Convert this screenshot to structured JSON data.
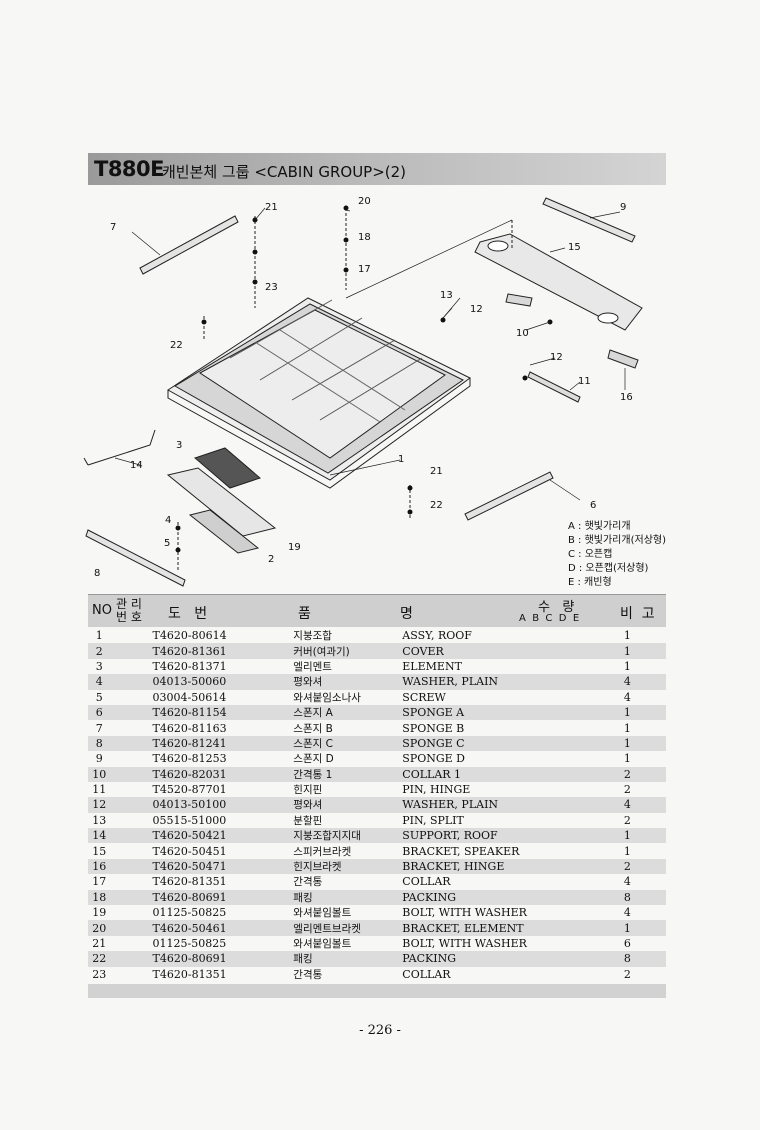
{
  "header": {
    "model": "T880E",
    "title": "캐빈본체 그룹 <CABIN GROUP>(2)"
  },
  "diagram": {
    "callouts": [
      "1",
      "2",
      "3",
      "4",
      "5",
      "6",
      "7",
      "8",
      "9",
      "10",
      "11",
      "12",
      "12",
      "13",
      "14",
      "15",
      "16",
      "17",
      "18",
      "19",
      "20",
      "21",
      "21",
      "22",
      "22",
      "23"
    ]
  },
  "legend": {
    "items": [
      "A : 햇빛가리개",
      "B : 햇빛가리개(저상형)",
      "C : 오픈캡",
      "D : 오픈캡(저상형)",
      "E : 캐빈형"
    ]
  },
  "table": {
    "headers": {
      "no": "NO",
      "mgmt_top": "관 리",
      "mgmt_bottom": "번 호",
      "code": "도   번",
      "name_left": "품",
      "name_right": "명",
      "qty": "수   량",
      "variants": "A  B  C  D  E",
      "remarks": "비  고"
    },
    "rows": [
      {
        "no": "1",
        "code": "T4620-80614",
        "kr": "지붕조합",
        "en": "ASSY, ROOF",
        "qty": "1"
      },
      {
        "no": "2",
        "code": "T4620-81361",
        "kr": "커버(여과기)",
        "en": "COVER",
        "qty": "1"
      },
      {
        "no": "3",
        "code": "T4620-81371",
        "kr": "엘리멘트",
        "en": "ELEMENT",
        "qty": "1"
      },
      {
        "no": "4",
        "code": "04013-50060",
        "kr": "평와셔",
        "en": "WASHER, PLAIN",
        "qty": "4"
      },
      {
        "no": "5",
        "code": "03004-50614",
        "kr": "와셔붙임소나사",
        "en": "SCREW",
        "qty": "4"
      },
      {
        "no": "6",
        "code": "T4620-81154",
        "kr": "스폰지 A",
        "en": "SPONGE A",
        "qty": "1"
      },
      {
        "no": "7",
        "code": "T4620-81163",
        "kr": "스폰지 B",
        "en": "SPONGE B",
        "qty": "1"
      },
      {
        "no": "8",
        "code": "T4620-81241",
        "kr": "스폰지 C",
        "en": "SPONGE C",
        "qty": "1"
      },
      {
        "no": "9",
        "code": "T4620-81253",
        "kr": "스폰지 D",
        "en": "SPONGE D",
        "qty": "1"
      },
      {
        "no": "10",
        "code": "T4620-82031",
        "kr": "간격통 1",
        "en": "COLLAR 1",
        "qty": "2"
      },
      {
        "no": "11",
        "code": "T4520-87701",
        "kr": "힌지핀",
        "en": "PIN, HINGE",
        "qty": "2"
      },
      {
        "no": "12",
        "code": "04013-50100",
        "kr": "평와셔",
        "en": "WASHER, PLAIN",
        "qty": "4"
      },
      {
        "no": "13",
        "code": "05515-51000",
        "kr": "분할핀",
        "en": "PIN, SPLIT",
        "qty": "2"
      },
      {
        "no": "14",
        "code": "T4620-50421",
        "kr": "지붕조합지지대",
        "en": "SUPPORT, ROOF",
        "qty": "1"
      },
      {
        "no": "15",
        "code": "T4620-50451",
        "kr": "스피커브라켓",
        "en": "BRACKET, SPEAKER",
        "qty": "1"
      },
      {
        "no": "16",
        "code": "T4620-50471",
        "kr": "힌지브라켓",
        "en": "BRACKET, HINGE",
        "qty": "2"
      },
      {
        "no": "17",
        "code": "T4620-81351",
        "kr": "간격통",
        "en": "COLLAR",
        "qty": "4"
      },
      {
        "no": "18",
        "code": "T4620-80691",
        "kr": "패킹",
        "en": "PACKING",
        "qty": "8"
      },
      {
        "no": "19",
        "code": "01125-50825",
        "kr": "와셔붙임볼트",
        "en": "BOLT, WITH WASHER",
        "qty": "4"
      },
      {
        "no": "20",
        "code": "T4620-50461",
        "kr": "엘리멘트브라켓",
        "en": "BRACKET, ELEMENT",
        "qty": "1"
      },
      {
        "no": "21",
        "code": "01125-50825",
        "kr": "와셔붙임볼트",
        "en": "BOLT, WITH WASHER",
        "qty": "6"
      },
      {
        "no": "22",
        "code": "T4620-80691",
        "kr": "패킹",
        "en": "PACKING",
        "qty": "8"
      },
      {
        "no": "23",
        "code": "T4620-81351",
        "kr": "간격통",
        "en": "COLLAR",
        "qty": "2"
      }
    ]
  },
  "footer": {
    "page": "- 226 -"
  }
}
